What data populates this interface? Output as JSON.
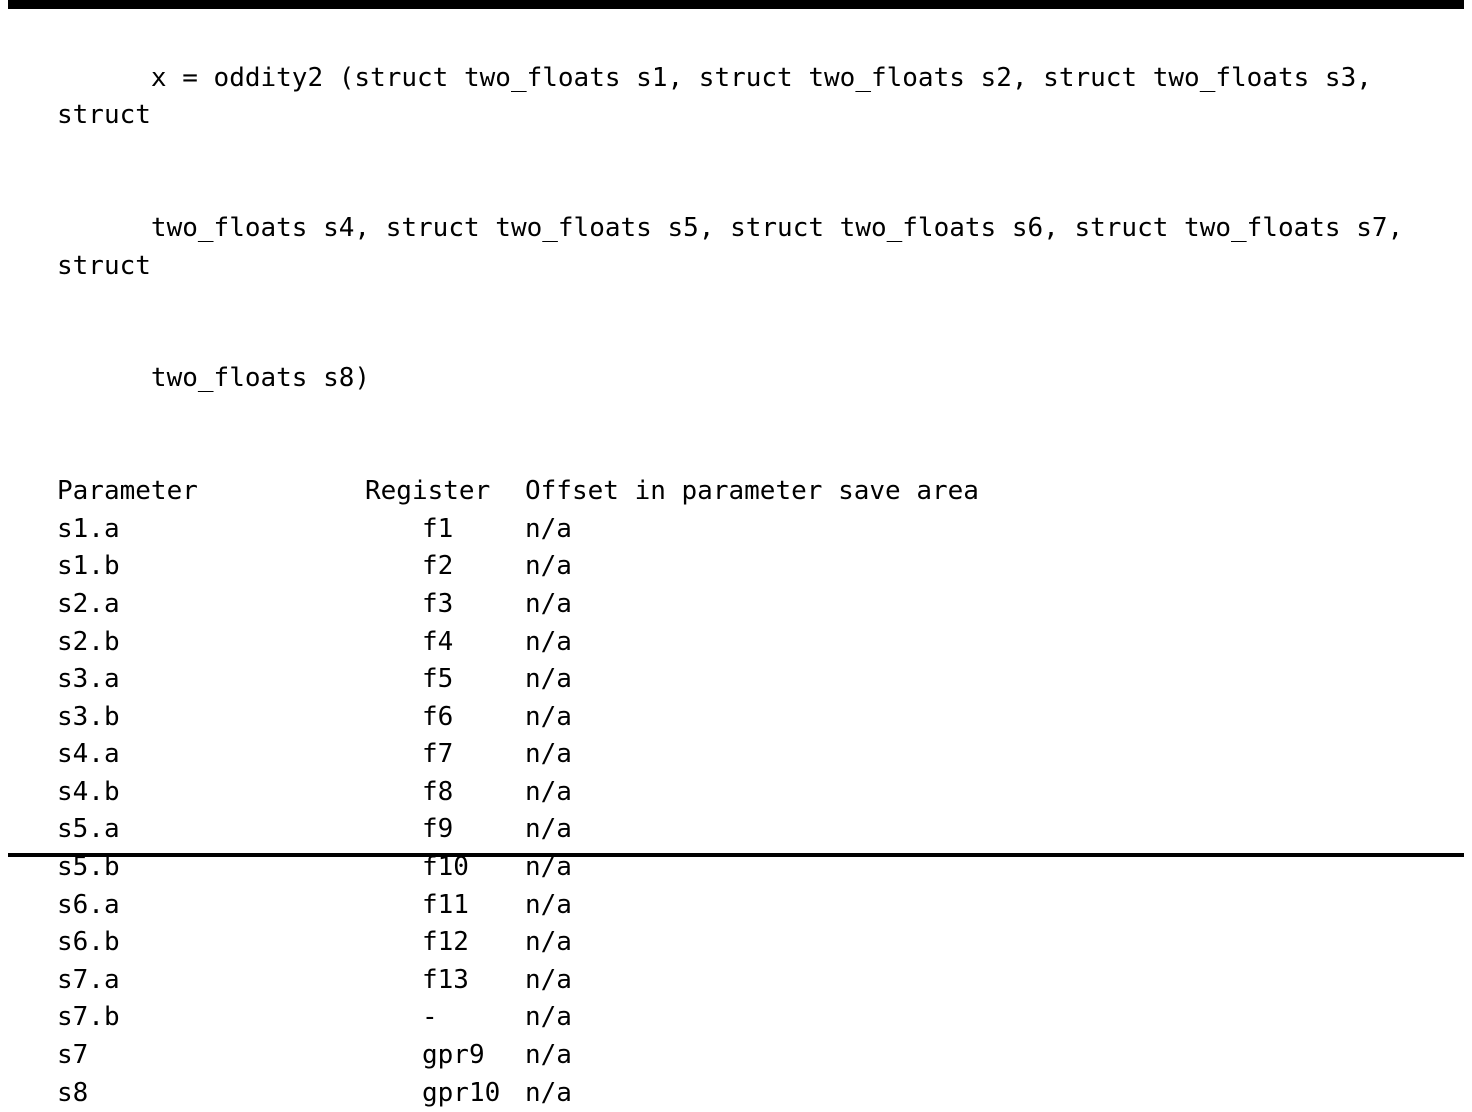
{
  "document": {
    "signature": "x = oddity2 (struct two_floats s1, struct two_floats s2, struct two_floats s3, struct two_floats s4, struct two_floats s5, struct two_floats s6, struct two_floats s7, struct two_floats s8)",
    "signature_lines": [
      "x = oddity2 (struct two_floats s1, struct two_floats s2, struct two_floats s3, struct",
      "two_floats s4, struct two_floats s5, struct two_floats s6, struct two_floats s7, struct",
      "two_floats s8)"
    ],
    "rule_color": "#000000",
    "text_color": "#000000",
    "background_color": "#ffffff"
  },
  "table": {
    "headers": {
      "parameter": "Parameter",
      "register": "Register",
      "offset": "Offset in parameter save area"
    },
    "rows": [
      {
        "parameter": "s1.a",
        "register": "f1",
        "offset": "n/a"
      },
      {
        "parameter": "s1.b",
        "register": "f2",
        "offset": "n/a"
      },
      {
        "parameter": "s2.a",
        "register": "f3",
        "offset": "n/a"
      },
      {
        "parameter": "s2.b",
        "register": "f4",
        "offset": "n/a"
      },
      {
        "parameter": "s3.a",
        "register": "f5",
        "offset": "n/a"
      },
      {
        "parameter": "s3.b",
        "register": "f6",
        "offset": "n/a"
      },
      {
        "parameter": "s4.a",
        "register": "f7",
        "offset": "n/a"
      },
      {
        "parameter": "s4.b",
        "register": "f8",
        "offset": "n/a"
      },
      {
        "parameter": "s5.a",
        "register": "f9",
        "offset": "n/a"
      },
      {
        "parameter": "s5.b",
        "register": "f10",
        "offset": "n/a"
      },
      {
        "parameter": "s6.a",
        "register": "f11",
        "offset": "n/a"
      },
      {
        "parameter": "s6.b",
        "register": "f12",
        "offset": "n/a"
      },
      {
        "parameter": "s7.a",
        "register": "f13",
        "offset": "n/a"
      },
      {
        "parameter": "s7.b",
        "register": "-",
        "offset": "n/a"
      },
      {
        "parameter": "s7",
        "register": "gpr9",
        "offset": "n/a"
      },
      {
        "parameter": "s8",
        "register": "gpr10",
        "offset": "n/a"
      }
    ]
  }
}
